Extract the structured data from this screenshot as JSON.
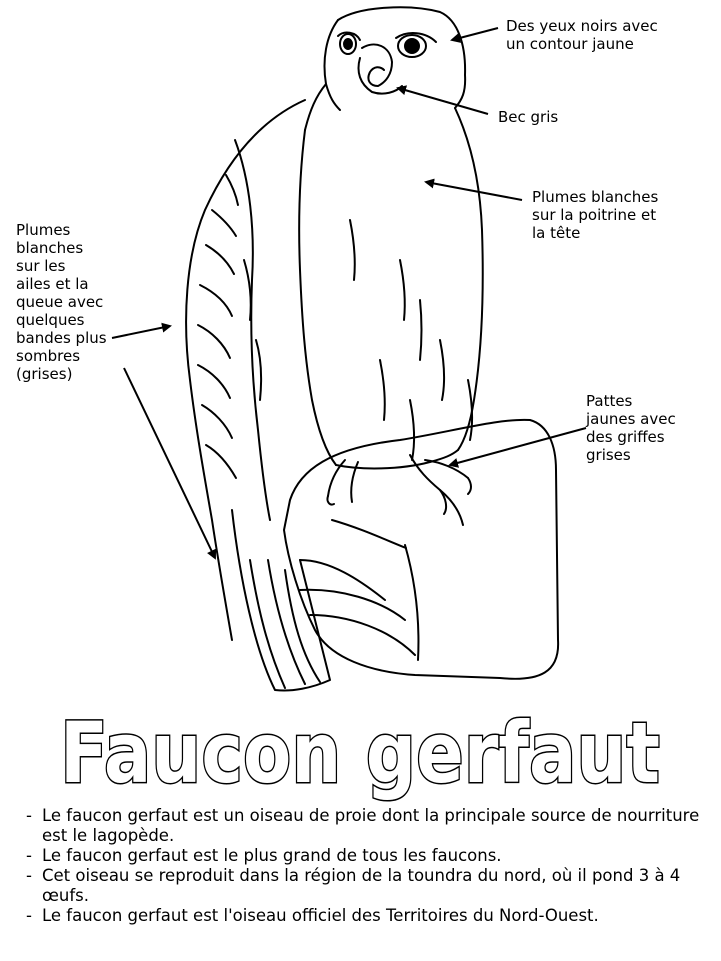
{
  "labels": {
    "eyes": "Des yeux noirs avec\nun contour jaune",
    "beak": "Bec gris",
    "chest": "Plumes blanches\nsur la poitrine et\nla tête",
    "wings": "Plumes\nblanches\nsur les\nailes et la\nqueue avec\nquelques\nbandes plus\nsombres\n(grises)",
    "feet": "Pattes\njaunes avec\ndes griffes\ngrises"
  },
  "title": "Faucon gerfaut",
  "facts": [
    "Le faucon gerfaut est un oiseau de proie dont la principale source de nourriture est le lagopède.",
    "Le faucon gerfaut est le plus grand de tous les faucons.",
    "Cet oiseau se reproduit dans la région de la toundra du nord, où il pond 3 à 4 œufs.",
    "Le faucon gerfaut est l'oiseau officiel des Territoires du Nord-Ouest."
  ],
  "colors": {
    "ink": "#000000",
    "paper": "#ffffff"
  }
}
